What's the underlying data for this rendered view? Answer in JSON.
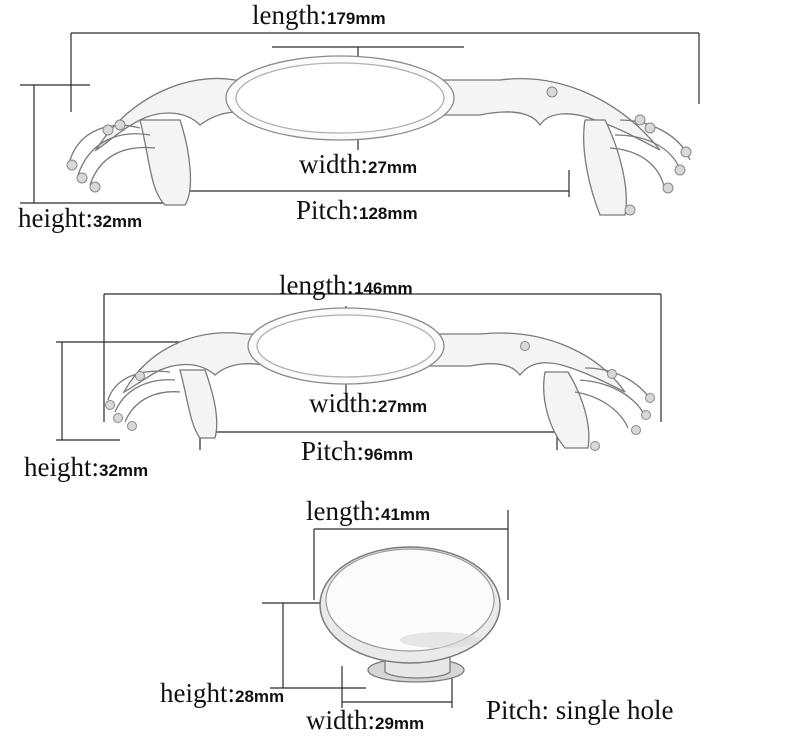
{
  "handle_large": {
    "length": {
      "word": "length:",
      "value": "179mm"
    },
    "width": {
      "word": "width:",
      "value": "27mm"
    },
    "pitch": {
      "word": "Pitch:",
      "value": "128mm"
    },
    "height": {
      "word": "height:",
      "value": "32mm"
    }
  },
  "handle_medium": {
    "length": {
      "word": "length:",
      "value": "146mm"
    },
    "width": {
      "word": "width:",
      "value": "27mm"
    },
    "pitch": {
      "word": "Pitch:",
      "value": "96mm"
    },
    "height": {
      "word": "height:",
      "value": "32mm"
    }
  },
  "knob": {
    "length": {
      "word": "length:",
      "value": "41mm"
    },
    "height": {
      "word": "height:",
      "value": "28mm"
    },
    "width": {
      "word": "width:",
      "value": "29mm"
    },
    "pitch_note": "Pitch: single hole"
  },
  "colors": {
    "line": "#2b2b2b",
    "metal": "#c9c9c9",
    "ceramic": "#fbfbfb"
  }
}
